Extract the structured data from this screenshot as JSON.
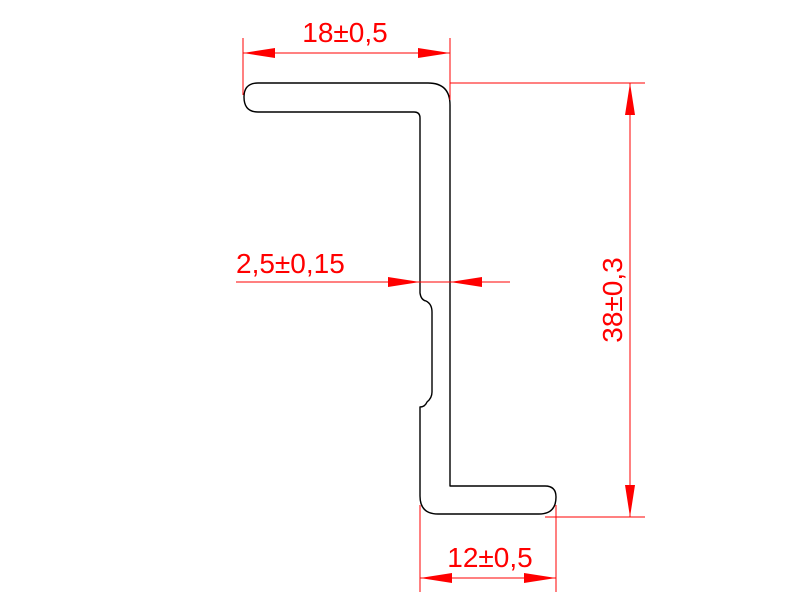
{
  "dimensions": {
    "top_width": "18±0,5",
    "thickness": "2,5±0,15",
    "height": "38±0,3",
    "bottom_width": "12±0,5"
  },
  "colors": {
    "dimension": "#ff0000",
    "profile": "#000000",
    "background": "#ffffff"
  }
}
